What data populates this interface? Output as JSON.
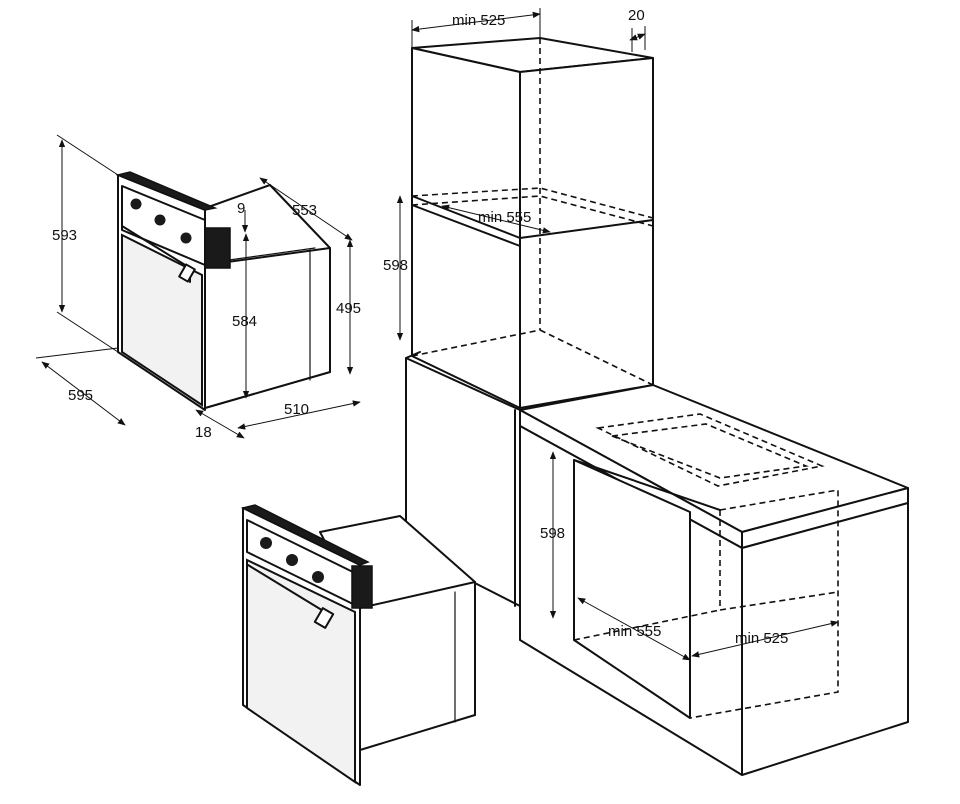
{
  "oven_dimensions": {
    "height": "593",
    "width": "595",
    "depth": "553",
    "body_height": "584",
    "top_gap": "9",
    "side_height": "495",
    "body_depth": "510",
    "panel_thickness": "18"
  },
  "tall_cabinet": {
    "min_width": "min 525",
    "back_gap": "20",
    "min_depth": "min 555",
    "cutout_height": "598"
  },
  "under_counter": {
    "cutout_height": "598",
    "min_depth": "min 555",
    "min_width": "min 525"
  }
}
